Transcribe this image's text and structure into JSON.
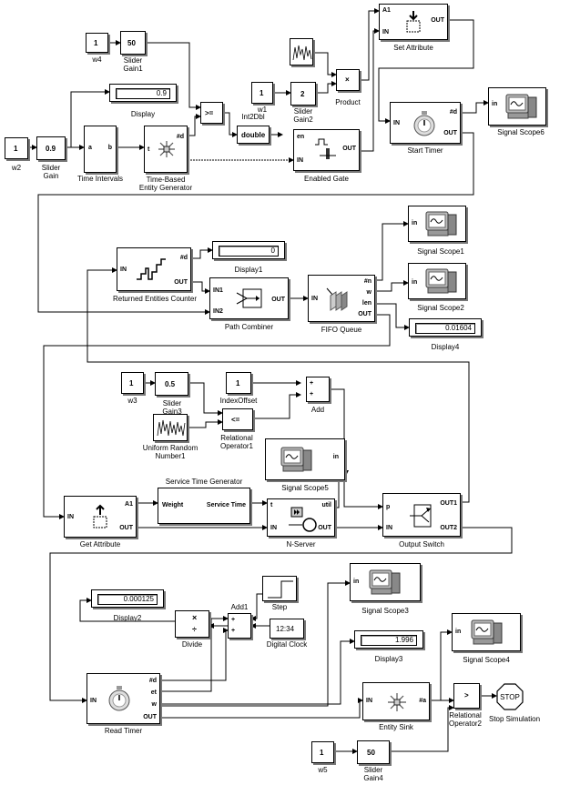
{
  "w4": {
    "value": "1",
    "label": "w4"
  },
  "slider_gain1": {
    "value": "50",
    "label": "Slider\nGain1"
  },
  "display": {
    "value": "0.9",
    "label": "Display"
  },
  "w2": {
    "value": "1",
    "label": "w2"
  },
  "slider_gain": {
    "value": "0.9",
    "label": "Slider\nGain"
  },
  "time_intervals": {
    "port_a": "a",
    "port_b": "b",
    "label": "Time Intervals"
  },
  "entity_generator": {
    "port_t": "t",
    "port_d": "#d",
    "label": "Time-Based\nEntity Generator"
  },
  "rel_op_top": {
    "symbol": ">="
  },
  "w1": {
    "value": "1",
    "label": "w1"
  },
  "slider_gain2": {
    "value": "2",
    "label": "Slider\nGain2"
  },
  "int2dbl": {
    "value": "double",
    "label": "Int2Dbl"
  },
  "product": {
    "symbol": "×",
    "label": "Product"
  },
  "enabled_gate": {
    "port_en": "en",
    "port_in": "IN",
    "port_out": "OUT",
    "label": "Enabled Gate"
  },
  "set_attribute": {
    "port_a1": "A1",
    "port_in": "IN",
    "port_out": "OUT",
    "label": "Set Attribute"
  },
  "start_timer": {
    "port_in": "IN",
    "port_d": "#d",
    "port_out": "OUT",
    "label": "Start Timer"
  },
  "signal_scope6": {
    "port": "in",
    "label": "Signal Scope6"
  },
  "returned_counter": {
    "port_in": "IN",
    "port_d": "#d",
    "port_out": "OUT",
    "label": "Returned Entities Counter"
  },
  "display1": {
    "value": "0",
    "label": "Display1"
  },
  "path_combiner": {
    "port_in1": "IN1",
    "port_in2": "IN2",
    "port_out": "OUT",
    "label": "Path Combiner"
  },
  "fifo_queue": {
    "port_in": "IN",
    "port_n": "#n",
    "port_w": "w",
    "port_len": "len",
    "port_out": "OUT",
    "label": "FIFO Queue"
  },
  "signal_scope1": {
    "port": "in",
    "label": "Signal Scope1"
  },
  "signal_scope2": {
    "port": "in",
    "label": "Signal Scope2"
  },
  "display4": {
    "value": "0.01604",
    "label": "Display4"
  },
  "w3": {
    "value": "1",
    "label": "w3"
  },
  "slider_gain3": {
    "value": "0.5",
    "label": "Slider\nGain3"
  },
  "index_offset": {
    "value": "1",
    "label": "IndexOffset"
  },
  "add": {
    "p1": "+",
    "p2": "+",
    "label": "Add"
  },
  "uniform_random": {
    "label": "Uniform Random\nNumber1"
  },
  "rel_op1": {
    "symbol": "<=",
    "label": "Relational\nOperator1"
  },
  "signal_scope5": {
    "port": "in",
    "label": "Signal Scope5"
  },
  "service_time_gen": {
    "title": "Service Time Generator",
    "port_weight": "Weight",
    "port_st": "Service Time"
  },
  "get_attribute": {
    "port_in": "IN",
    "port_a1": "A1",
    "port_out": "OUT",
    "label": "Get Attribute"
  },
  "n_server": {
    "port_t": "t",
    "port_util": "util",
    "port_in": "IN",
    "port_out": "OUT",
    "label": "N-Server"
  },
  "output_switch": {
    "port_p": "p",
    "port_in": "IN",
    "port_out1": "OUT1",
    "port_out2": "OUT2",
    "label": "Output Switch"
  },
  "display2": {
    "value": "0.000125",
    "label": "Display2"
  },
  "divide": {
    "symbol_x": "×",
    "symbol_div": "÷",
    "label": "Divide"
  },
  "add1": {
    "p1": "+",
    "p2": "+",
    "label": "Add1"
  },
  "step": {
    "label": "Step"
  },
  "digital_clock": {
    "value": "12:34",
    "label": "Digital Clock"
  },
  "signal_scope3": {
    "port": "in",
    "label": "Signal Scope3"
  },
  "display3": {
    "value": "1.996",
    "label": "Display3"
  },
  "signal_scope4": {
    "port": "in",
    "label": "Signal Scope4"
  },
  "read_timer": {
    "port_in": "IN",
    "port_d": "#d",
    "port_et": "et",
    "port_w": "w",
    "port_out": "OUT",
    "label": "Read Timer"
  },
  "entity_sink": {
    "port_in": "IN",
    "port_a": "#a",
    "label": "Entity Sink"
  },
  "rel_op2": {
    "symbol": ">",
    "label": "Relational\nOperator2"
  },
  "stop_sim": {
    "symbol": "STOP",
    "label": "Stop Simulation"
  },
  "w5": {
    "value": "1",
    "label": "w5"
  },
  "slider_gain4": {
    "value": "50",
    "label": "Slider\nGain4"
  }
}
